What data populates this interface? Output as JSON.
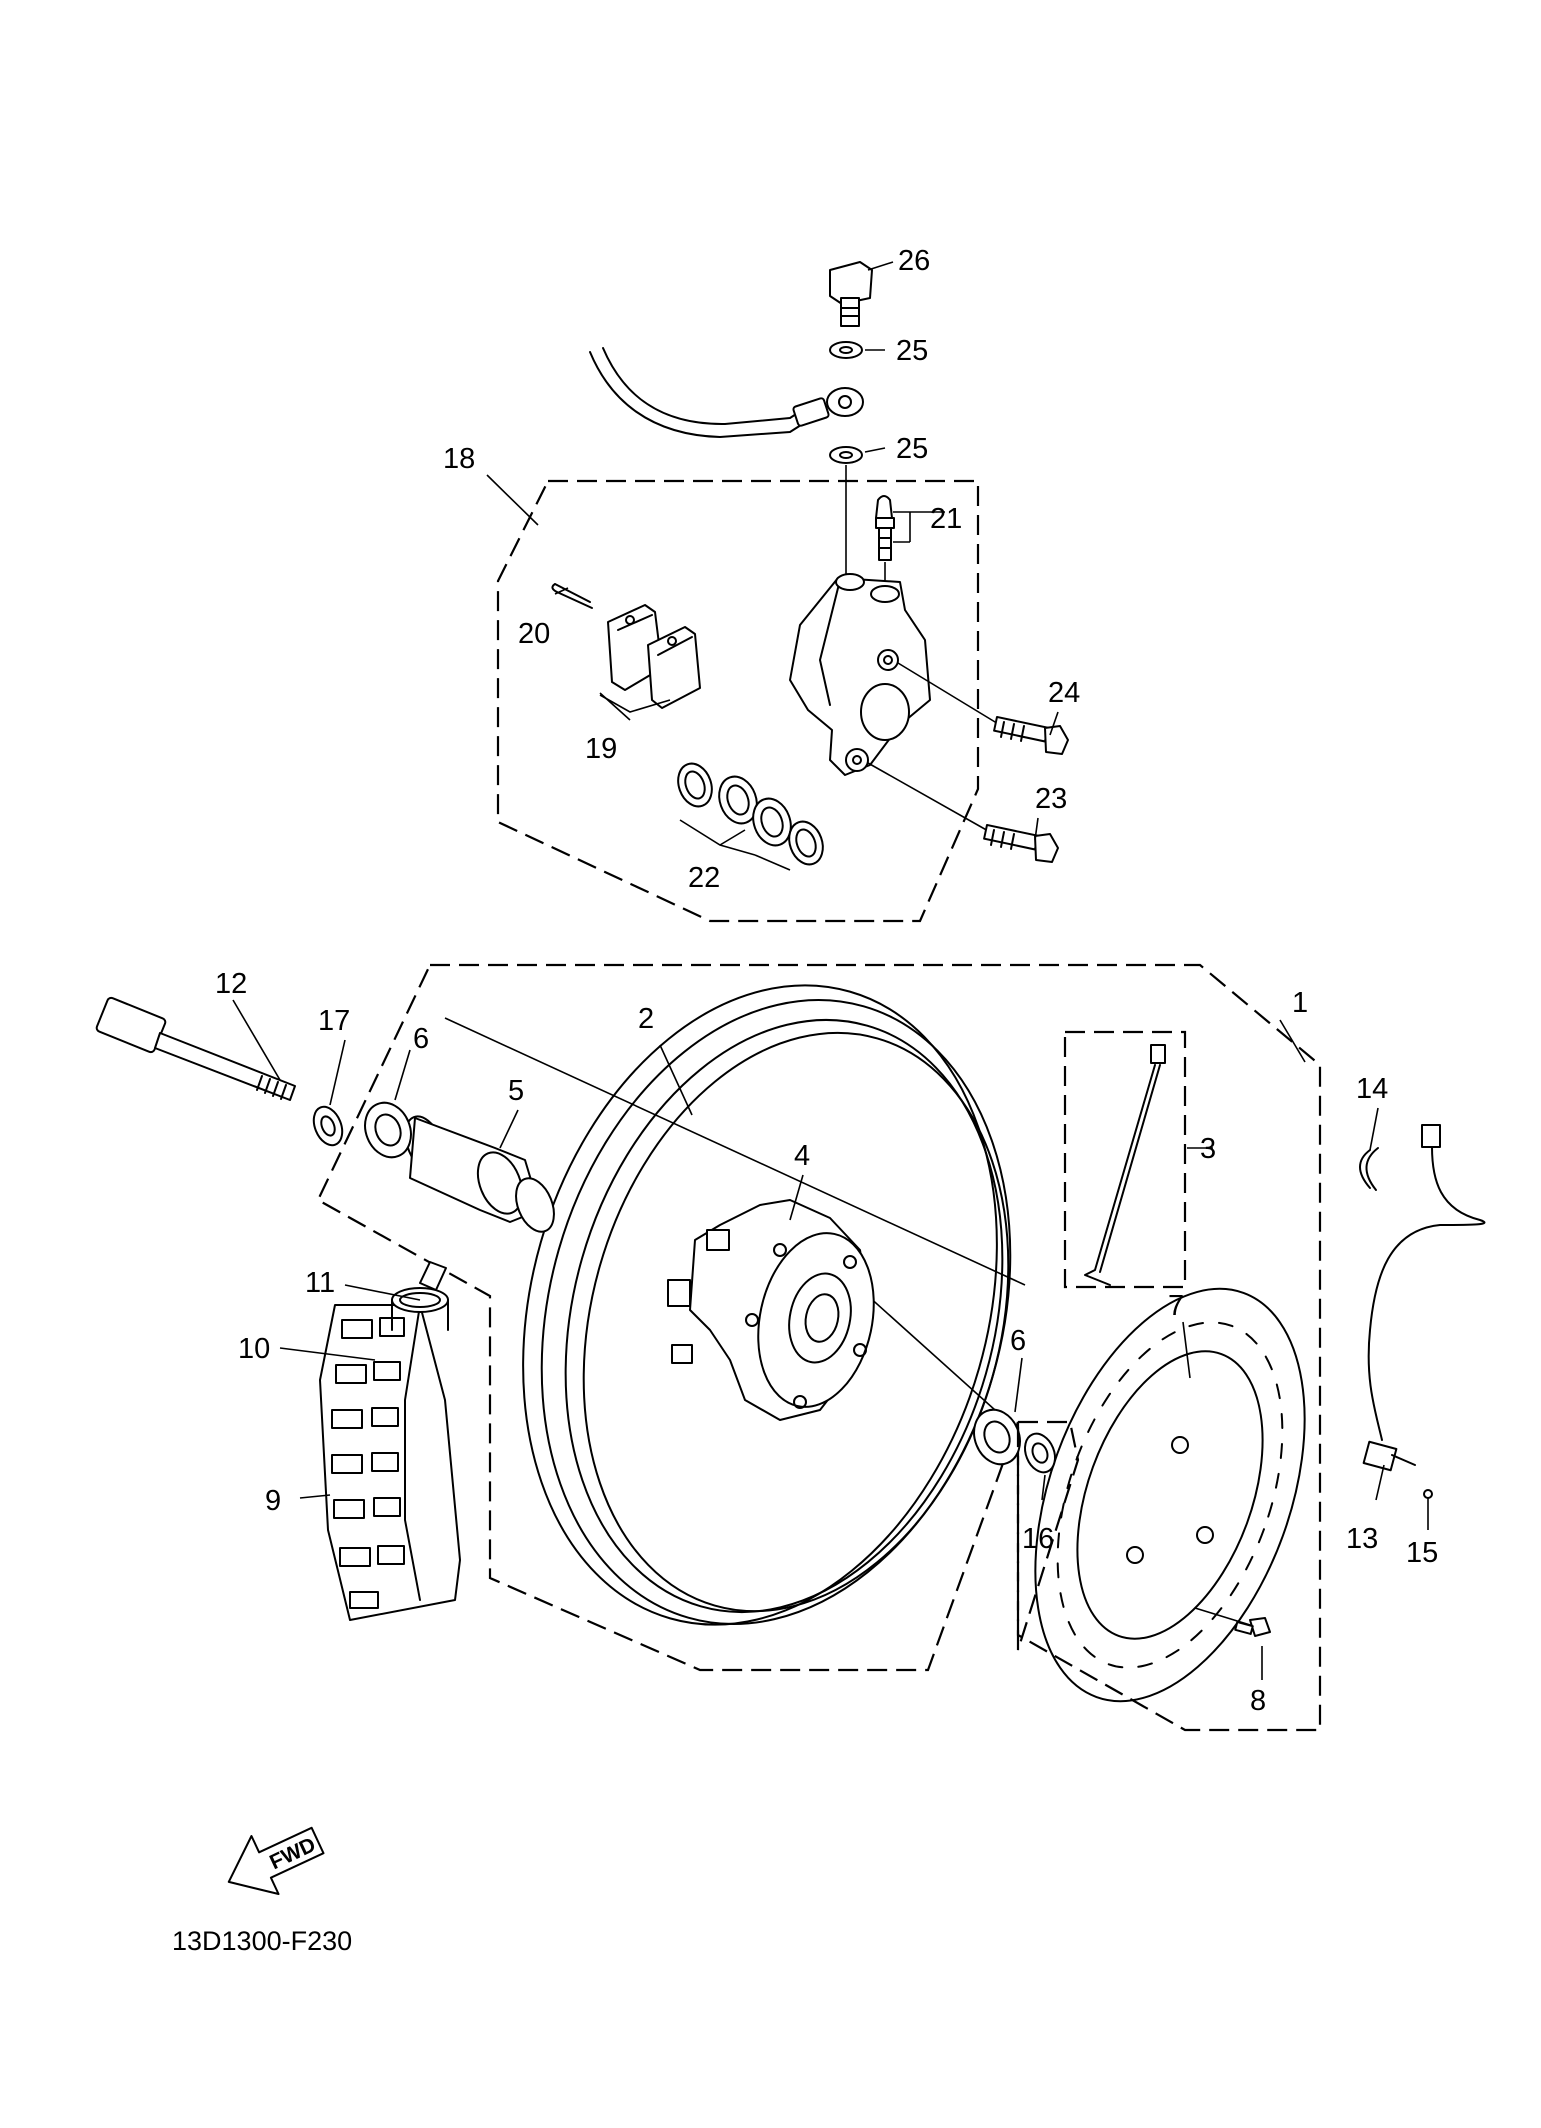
{
  "diagram": {
    "callouts": [
      "1",
      "2",
      "3",
      "4",
      "5",
      "6",
      "6",
      "7",
      "8",
      "9",
      "10",
      "11",
      "12",
      "13",
      "14",
      "15",
      "16",
      "17",
      "18",
      "19",
      "20",
      "21",
      "22",
      "23",
      "24",
      "25",
      "25",
      "26"
    ],
    "fwd_label": "FWD",
    "diagram_code": "13D1300-F230"
  }
}
